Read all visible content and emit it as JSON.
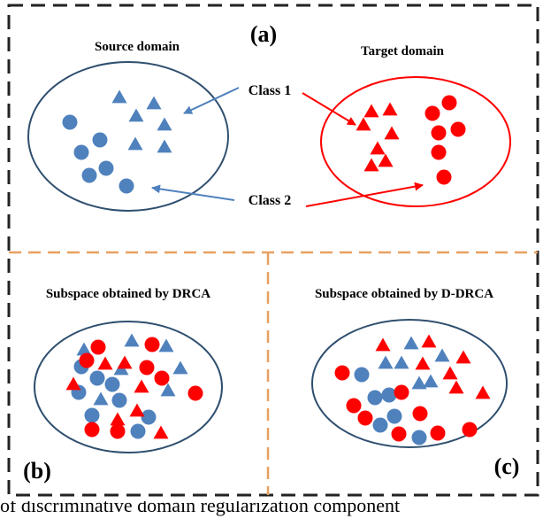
{
  "colors": {
    "blue": "#4f81bd",
    "red": "#ff0000",
    "border": "#222222",
    "divider": "#e8a060",
    "ellipse_blue": "#2f4f6f"
  },
  "panel_a": {
    "label": "(a)",
    "source_title": "Source domain",
    "target_title": "Target domain",
    "class1_label": "Class 1",
    "class2_label": "Class 2"
  },
  "panel_b": {
    "label": "(b)",
    "title": "Subspace obtained by DRCA"
  },
  "panel_c": {
    "label": "(c)",
    "title": "Subspace obtained by D-DRCA"
  },
  "caption": {
    "text": "of discriminative domain regularization component"
  }
}
